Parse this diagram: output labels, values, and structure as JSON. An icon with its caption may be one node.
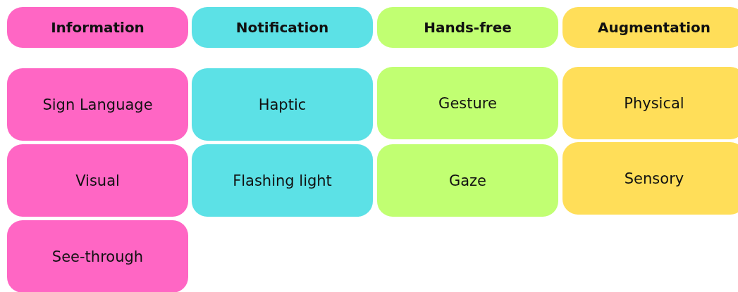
{
  "diagram": {
    "nodes": [
      {
        "text": [
          "Information"
        ]
      },
      {
        "text": [
          "Notification"
        ]
      },
      {
        "text": [
          "Hands-free"
        ]
      },
      {
        "text": [
          "Augmentation"
        ]
      },
      {
        "text": [
          "Sign Language"
        ]
      },
      {
        "text": [
          "Haptic"
        ]
      },
      {
        "text": [
          "Gesture"
        ]
      },
      {
        "text": [
          "Physical"
        ]
      },
      {
        "text": [
          "Visual"
        ]
      },
      {
        "text": [
          "Flashing light"
        ]
      },
      {
        "text": [
          "Gaze"
        ]
      },
      {
        "text": [
          "Sensory"
        ]
      },
      {
        "text": [
          "See-through"
        ]
      }
    ],
    "edges": []
  }
}
